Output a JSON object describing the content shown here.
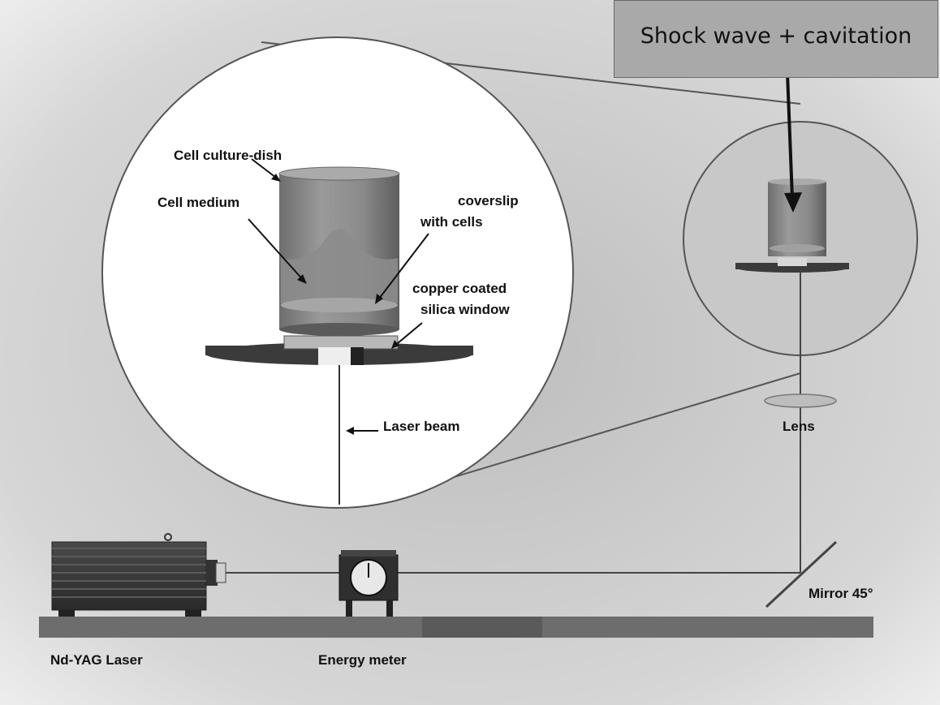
{
  "callout": {
    "text": "Shock wave + cavitation"
  },
  "labels": {
    "cell_culture_dish": "Cell culture-dish",
    "cell_medium": "Cell medium",
    "coverslip_line1": "coverslip",
    "coverslip_line2": "with cells",
    "copper_line1": "copper coated",
    "copper_line2": "silica window",
    "laser_beam": "Laser beam",
    "lens": "Lens",
    "mirror": "Mirror 45°",
    "laser": "Nd-YAG Laser",
    "energy_meter": "Energy meter"
  },
  "colors": {
    "background_outer": "#f4f4f4",
    "background_center": "#cfcfcf",
    "rail": "#6d6d6d",
    "beam": "#3a3a3a",
    "callout_fill": "#a9a9a9"
  }
}
